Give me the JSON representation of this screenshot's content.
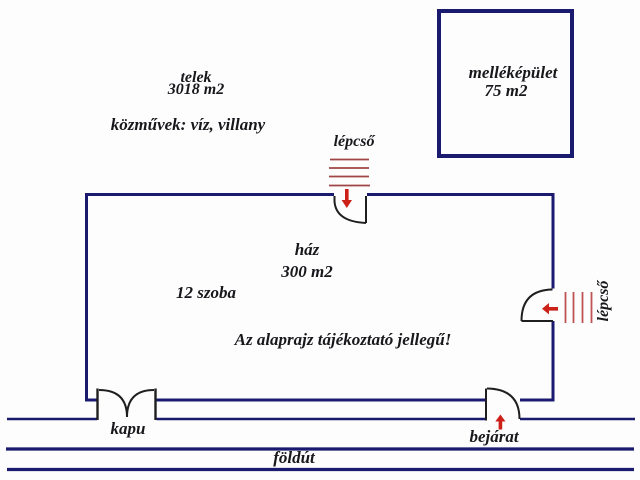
{
  "plan": {
    "plot": {
      "name": "telek",
      "area": "3018 m2"
    },
    "utilities": "közművek: víz, villany",
    "outbuilding": {
      "name": "melléképület",
      "area": "75 m2"
    },
    "house": {
      "name": "ház",
      "area": "300 m2",
      "rooms": "12 szoba"
    },
    "stairs_top_label": "lépcső",
    "stairs_right_label": "lépcső",
    "disclaimer": "Az alaprajz tájékoztató jellegű!",
    "gate_label": "kapu",
    "entrance_label": "bejárat",
    "road_label": "földút"
  },
  "colors": {
    "wall": "#1a1a6e",
    "door_symbol": "#1f1f1f",
    "stairs_top": "#a04545",
    "stairs_right": "#bf5353",
    "arrow": "#cc2018",
    "text": "#17171c",
    "background": "#fdfdfd"
  }
}
